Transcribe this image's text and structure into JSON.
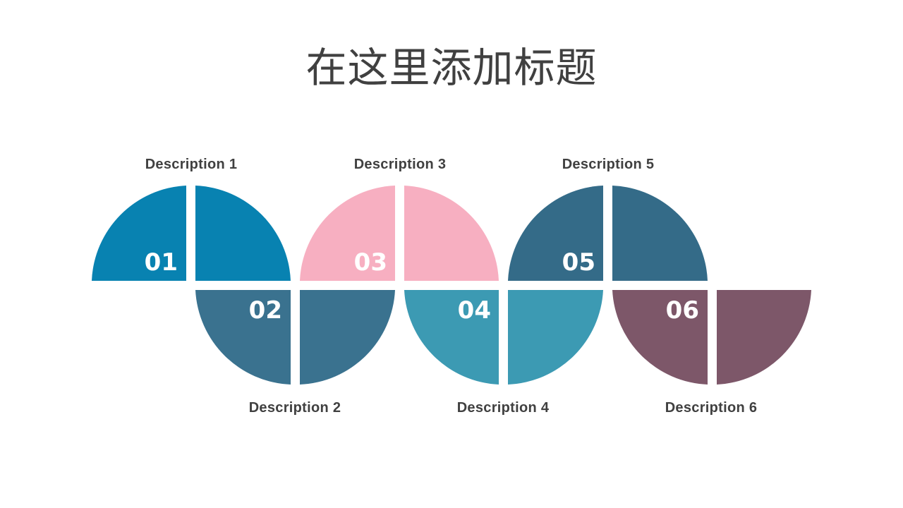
{
  "title": "在这里添加标题",
  "steps": [
    {
      "number": "01",
      "description": "Description 1",
      "color": "#0882B1"
    },
    {
      "number": "02",
      "description": "Description 2",
      "color": "#3A728F"
    },
    {
      "number": "03",
      "description": "Description 3",
      "color": "#F7AFC1"
    },
    {
      "number": "04",
      "description": "Description 4",
      "color": "#3C9AB3"
    },
    {
      "number": "05",
      "description": "Description 5",
      "color": "#346B88"
    },
    {
      "number": "06",
      "description": "Description 6",
      "color": "#7D5769"
    }
  ]
}
